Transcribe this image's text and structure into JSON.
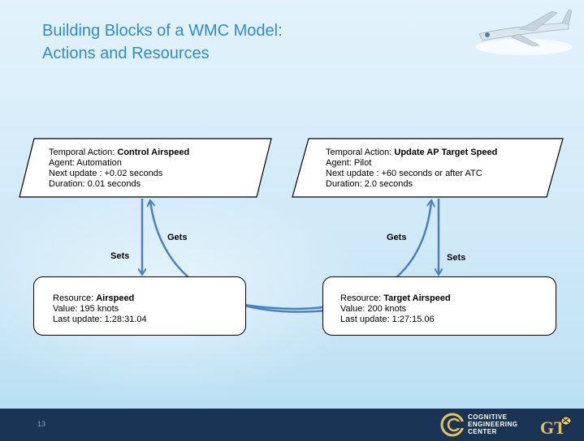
{
  "slide": {
    "title_line1": "Building Blocks of a WMC Model:",
    "title_line2": "Actions and Resources",
    "page_number": "13"
  },
  "actions": [
    {
      "type_label": "Temporal Action: ",
      "name": "Control Airspeed",
      "agent": "Agent: Automation",
      "next_update": "Next update : +0.02 seconds",
      "duration": "Duration: 0.01 seconds"
    },
    {
      "type_label": "Temporal Action: ",
      "name": "Update AP Target Speed",
      "agent": "Agent: Pilot",
      "next_update": "Next update : +60 seconds or after ATC",
      "duration": "Duration: 2.0 seconds"
    }
  ],
  "resources": [
    {
      "type_label": "Resource:  ",
      "name": "Airspeed",
      "value": "Value: 195 knots",
      "last_update": "Last update: 1:28:31.04"
    },
    {
      "type_label": "Resource:  ",
      "name": "Target Airspeed",
      "value": "Value: 200 knots",
      "last_update": "Last update: 1:27:15.06"
    }
  ],
  "edges": {
    "sets_left": "Sets",
    "gets_left": "Gets",
    "gets_right": "Gets",
    "sets_right": "Sets"
  },
  "footer": {
    "logo_line1": "COGNITIVE",
    "logo_line2": "ENGINEERING",
    "logo_line3": "CENTER",
    "gt_logo": "GT"
  },
  "colors": {
    "title": "#2f8ccf",
    "arrow": "#4a7fc1",
    "footer_bg": "#1a3456"
  }
}
